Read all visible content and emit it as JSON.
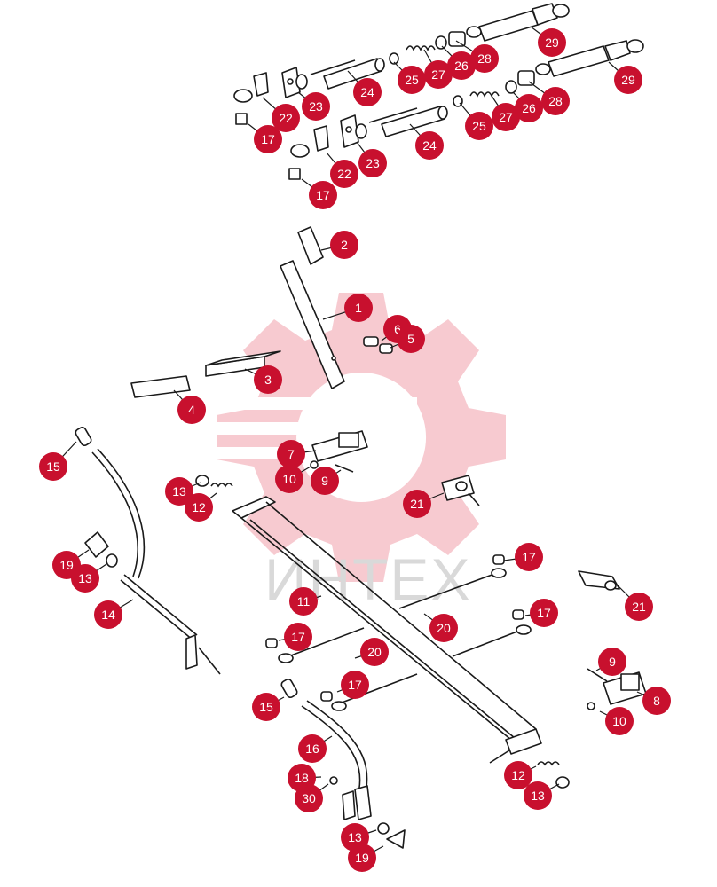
{
  "watermark": {
    "text": "ИНТЕХ",
    "gear_color": "#f4b8c0",
    "text_color": "#d9d9d9"
  },
  "accent_color": "#c8102e",
  "callouts": [
    "1",
    "2",
    "3",
    "4",
    "5",
    "6",
    "7",
    "8",
    "9",
    "10",
    "11",
    "12",
    "13",
    "14",
    "15",
    "16",
    "17",
    "18",
    "19",
    "20",
    "21",
    "22",
    "23",
    "24",
    "25",
    "26",
    "27",
    "28",
    "29",
    "30"
  ]
}
